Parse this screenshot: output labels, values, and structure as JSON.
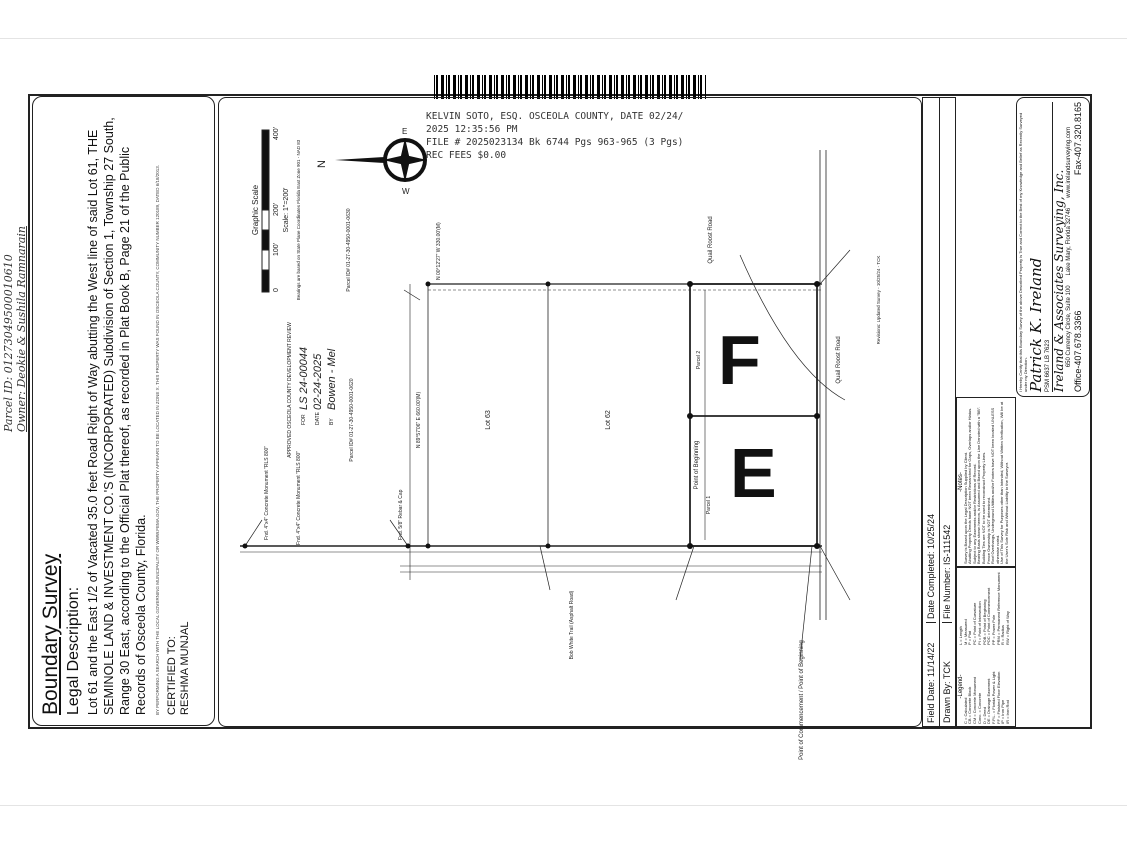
{
  "handwritten_note": {
    "parcel_id": "Parcel ID: 01273049500010610",
    "owner": "Owner: Deokie & Sushila Ramnarain"
  },
  "legal": {
    "title": "Boundary Survey",
    "subtitle": "Legal Description:",
    "description": "Lot 61 and the East 1/2 of Vacated 35.0 feet Road Right of Way abutting the West line of said Lot 61, THE SEMINOLE LAND & INVESTMENT CO.'S (INCORPORATED) Subdivision of Section 1, Township 27 South, Range 30 East, according to the Official Plat thereof, as recorded in Plat Book B, Page 21 of the Public Records of Osceola County, Florida.",
    "flood_disclaimer": "BY PERFORMING A SEARCH WITH THE LOCAL GOVERNING MUNICIPALITY OR WWW.FEMA.GOV, THE PROPERTY APPEARS TO BE LOCATED IN ZONE X. THIS PROPERTY WAS FOUND IN OSCEOLA COUNTY, COMMUNITY NUMBER 120189, DATED 6/18/2013.",
    "certified_label": "CERTIFIED TO:",
    "certified_to": "RESHMA MUNJAL"
  },
  "recording": {
    "line1": "KELVIN SOTO, ESQ. OSCEOLA COUNTY, DATE 02/24/",
    "line2": "2025 12:35:56 PM",
    "line3": "FILE # 2025023134 Bk 6744 Pgs 963-965 (3 Pgs)",
    "line4": "REC FEES $0.00"
  },
  "drawing": {
    "scale_title": "Graphic Scale",
    "scale_ticks": [
      "0",
      "100'",
      "200'",
      "400'"
    ],
    "scale_text": "Scale: 1\"=200'",
    "bearing_note": "Bearings are based on State Plane Coordinates Florida East Zone 901 - NAD 83",
    "north": "N",
    "compass": {
      "west": "W",
      "east": "E"
    },
    "stamp": {
      "heading": "APPROVED OSCEOLA COUNTY DEVELOPMENT REVIEW",
      "for_label": "FOR",
      "for_value": "LS 24-00044",
      "date_label": "DATE",
      "date_value": "02-24-2025",
      "by_label": "BY",
      "by_value": "Bowen - Mel"
    },
    "labels": {
      "quail_roost_top": "Quail Roost Road",
      "quail_roost_bottom": "Quail Roost Road",
      "lot_63": "Lot 63",
      "lot_62": "Lot 62",
      "parcel_2": "Parcel 2",
      "parcel_1": "Parcel 1",
      "pob": "Point of Beginning",
      "poc": "Point of Commencement / Point of Beginning",
      "bob_white": "Bob White Trail (Asphalt Road)",
      "west_line": "N 89°57'06\" E 660.00'(M)",
      "north_line": "N 00°12'27\" W 330.00'(M)",
      "parcel_left_1": "Parcel ID# 01-27-30-4950-0001-0630",
      "parcel_left_2": "Parcel ID# 01-27-30-4950-0001-0620",
      "monument_1": "Fnd. 4\"x4\" Concrete Monument \"RLS 800\"",
      "monument_2": "Fnd. 4\"x4\" Concrete Monument \"RLS 800\"",
      "rebar": "Fnd. 5/8\" Rebar & Cap",
      "revision": "Revisions: Updated Survey - 10/25/24 - TCK"
    },
    "parcel_letters": [
      "F",
      "E"
    ]
  },
  "title_block": {
    "field_date": "Field Date: 11/14/22",
    "date_completed": "Date Completed: 10/25/24",
    "drawn_by": "Drawn By: TCK",
    "file_number": "File Number: IS-111542",
    "legend_title": "-Legend-",
    "legend_items": [
      "C = Calculated",
      "CB = Concrete Block",
      "CM = Concrete Monument",
      "Conc. = Concrete",
      "D = Deed",
      "DE = Drainage Easement",
      "F.P.L. = Florida Power & Light",
      "FF = Finished Floor Elevation",
      "IP = Iron Pipe",
      "IR = Iron Rod",
      "L = Length",
      "M = Measured",
      "P = Plat",
      "PC = Point of Curvature",
      "PI = Point of Intersection",
      "POB = Point of Beginning",
      "POC = Point of Commencement",
      "PP = Power Pole",
      "PRM = Permanent Reference Monument",
      "R = Radius",
      "RW = Right of Way",
      "UE = Utility Easement",
      "WF = Wood Fence"
    ],
    "notes_title": "-Notes-",
    "notes": [
      "Survey is Based upon the Legal Description Supplied by Client.",
      "Abutting Property Deeds have NOT been Researched for Gaps, Overlaps and/or Hiatus.",
      "Subject to any Easements and/or Restrictions of Record.",
      "Bearing Basis shown hereon, is Assumed and Based upon the Line Denoted with a \"BB\".",
      "Building Ties are NOT to be used to reconstruct Property Lines.",
      "Fence Ownership is NOT determined.",
      "Roof Overhangs, Underground Utilities and/or Footers have NOT been located UNLESS otherwise noted.",
      "Use of This Survey for Purposes other than Intended, Without Written Verification, Will be at the User's Sole Risk and Without Liability to the Surveyor."
    ],
    "certification": "I Hereby Certify that this Boundary Survey of the above Described Property is True and Correct to the Best of my Knowledge and Belief as Recently Surveyed under my Direction.",
    "surveyor": "Patrick K. Ireland",
    "surveyor_license": "PSM 6637   LB 7623",
    "company": "Ireland & Associates Surveying, Inc.",
    "address_1": "650 Currency Circle, Suite 100",
    "address_2": "Lake Mary, Florida 32746",
    "website": "www.irelandsurveying.com",
    "phone": "Office-407.678.3366",
    "fax": "Fax-407.320.8165"
  },
  "colors": {
    "ink": "#111111",
    "paper": "#ffffff",
    "frame": "#222222"
  }
}
